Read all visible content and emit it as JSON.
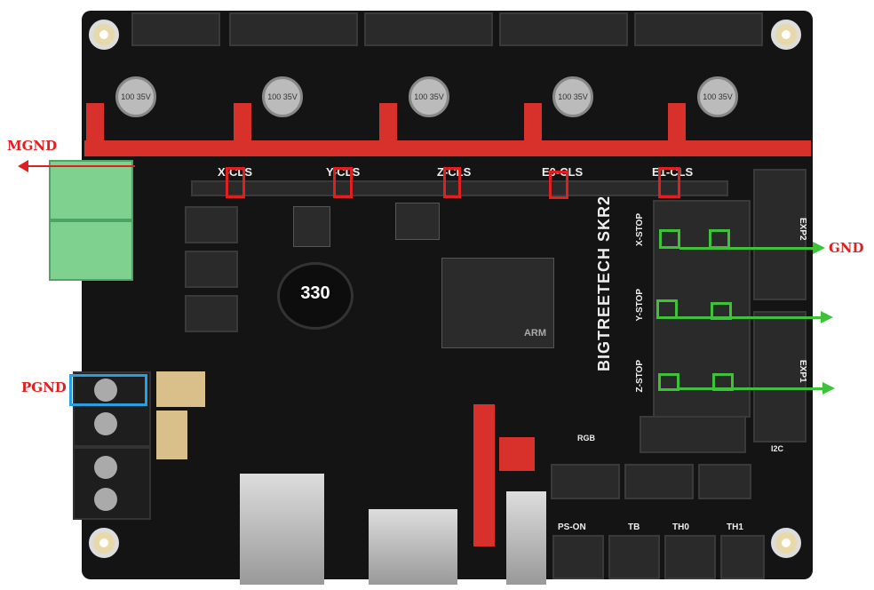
{
  "annotations": {
    "mgnd": "MGND",
    "gnd": "GND",
    "pgnd": "PGND"
  },
  "board": {
    "brand": "BIGTREETECH SKR2",
    "inductor": "330",
    "mcu_logo": "ARM",
    "driver_labels": [
      "X-CLS",
      "Y-CLS",
      "Z-CLS",
      "E0-CLS",
      "E1-CLS"
    ],
    "cap_label": "100 35V",
    "endstops": [
      "X-STOP",
      "Y-STOP",
      "Z-STOP"
    ],
    "exp": [
      "EXP1",
      "EXP2"
    ],
    "bottom_ports": [
      "PS-ON",
      "TB",
      "TH0",
      "TH1"
    ],
    "rgb": "RGB",
    "i2c": "I2C"
  },
  "colors": {
    "annotation_red": "#e02020",
    "annotation_green": "#3ec23a",
    "annotation_blue": "#2a9fe0"
  }
}
